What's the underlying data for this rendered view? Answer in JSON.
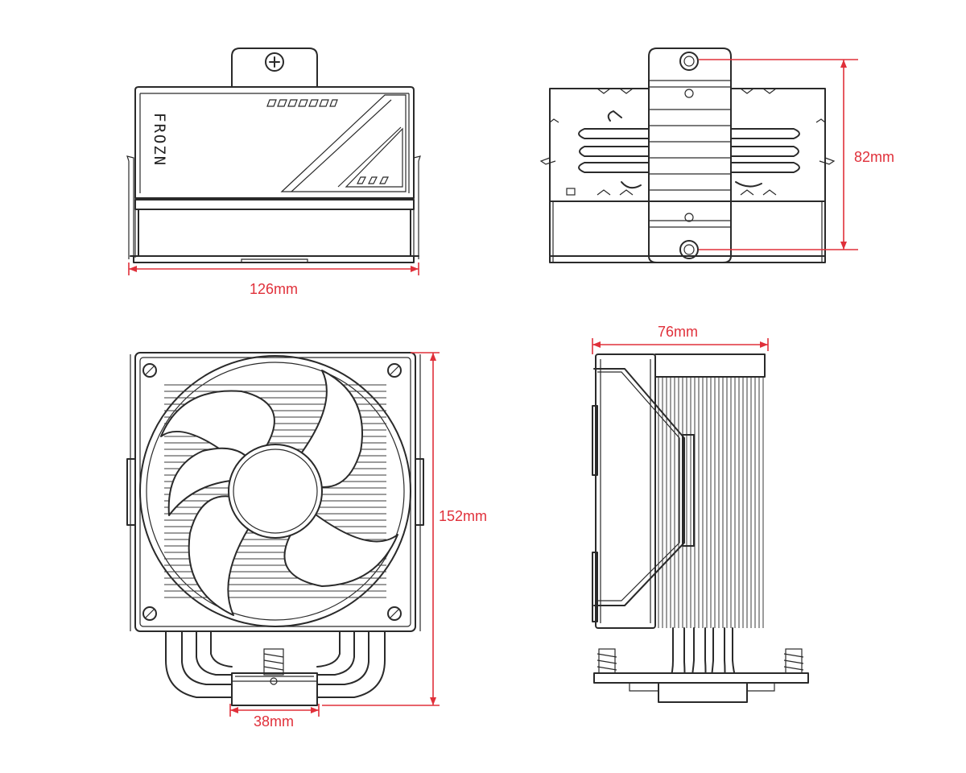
{
  "views": {
    "top_view": {
      "brand_text": "FROZN"
    },
    "front_view": {},
    "fan_view": {},
    "side_view": {}
  },
  "dimensions": {
    "width": "126mm",
    "depth_mount": "82mm",
    "height": "152mm",
    "base_width": "38mm",
    "fan_depth": "76mm"
  },
  "colors": {
    "line": "#2a2a2a",
    "dimension": "#e0303a",
    "background": "#ffffff"
  }
}
